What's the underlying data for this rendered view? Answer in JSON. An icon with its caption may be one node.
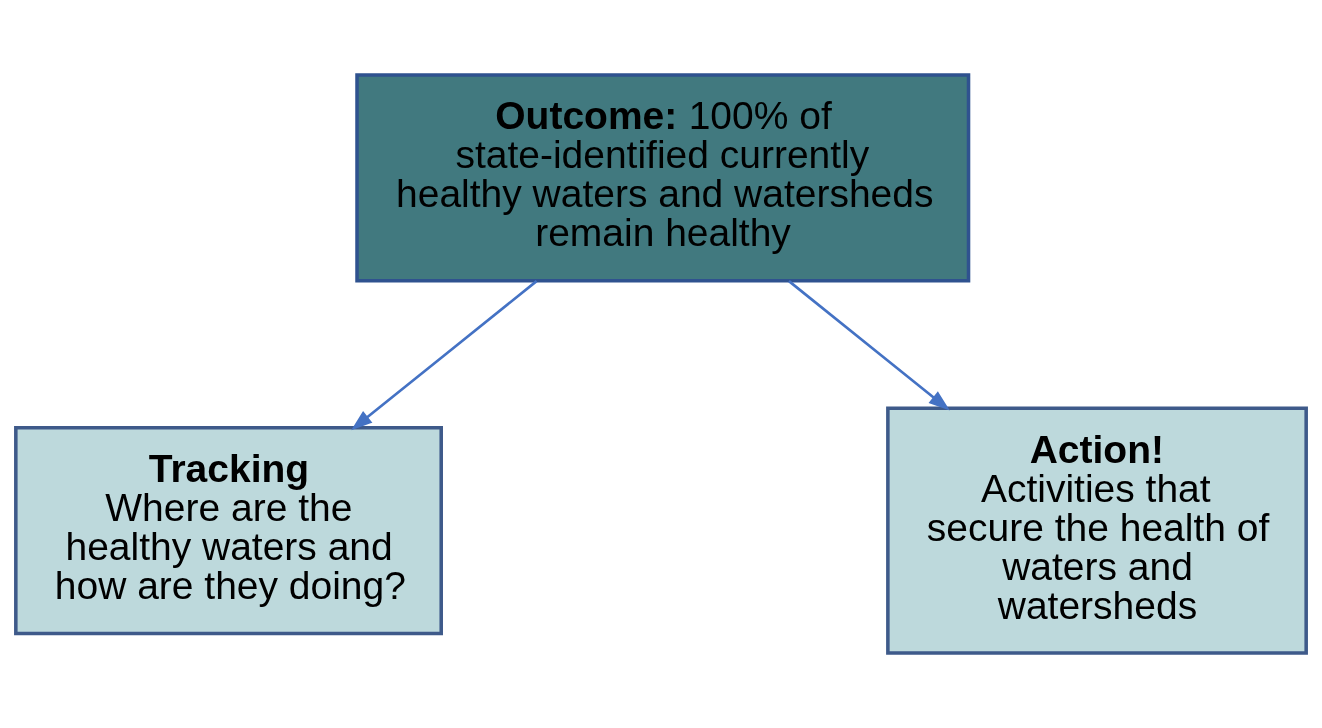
{
  "diagram": {
    "nodes": [
      {
        "text": [
          "**Outcome:** 100% of state-identified currently healthy waters and watersheds remain healthy"
        ]
      },
      {
        "text": [
          "Tracking",
          "Where are the healthy waters and how are they doing?"
        ]
      },
      {
        "text": [
          "Action!",
          "Activities that secure the health of waters and watersheds"
        ]
      }
    ],
    "edges": [
      {
        "from": 0,
        "to": 1,
        "arrow": "to"
      },
      {
        "from": 0,
        "to": 2,
        "arrow": "to"
      }
    ]
  }
}
